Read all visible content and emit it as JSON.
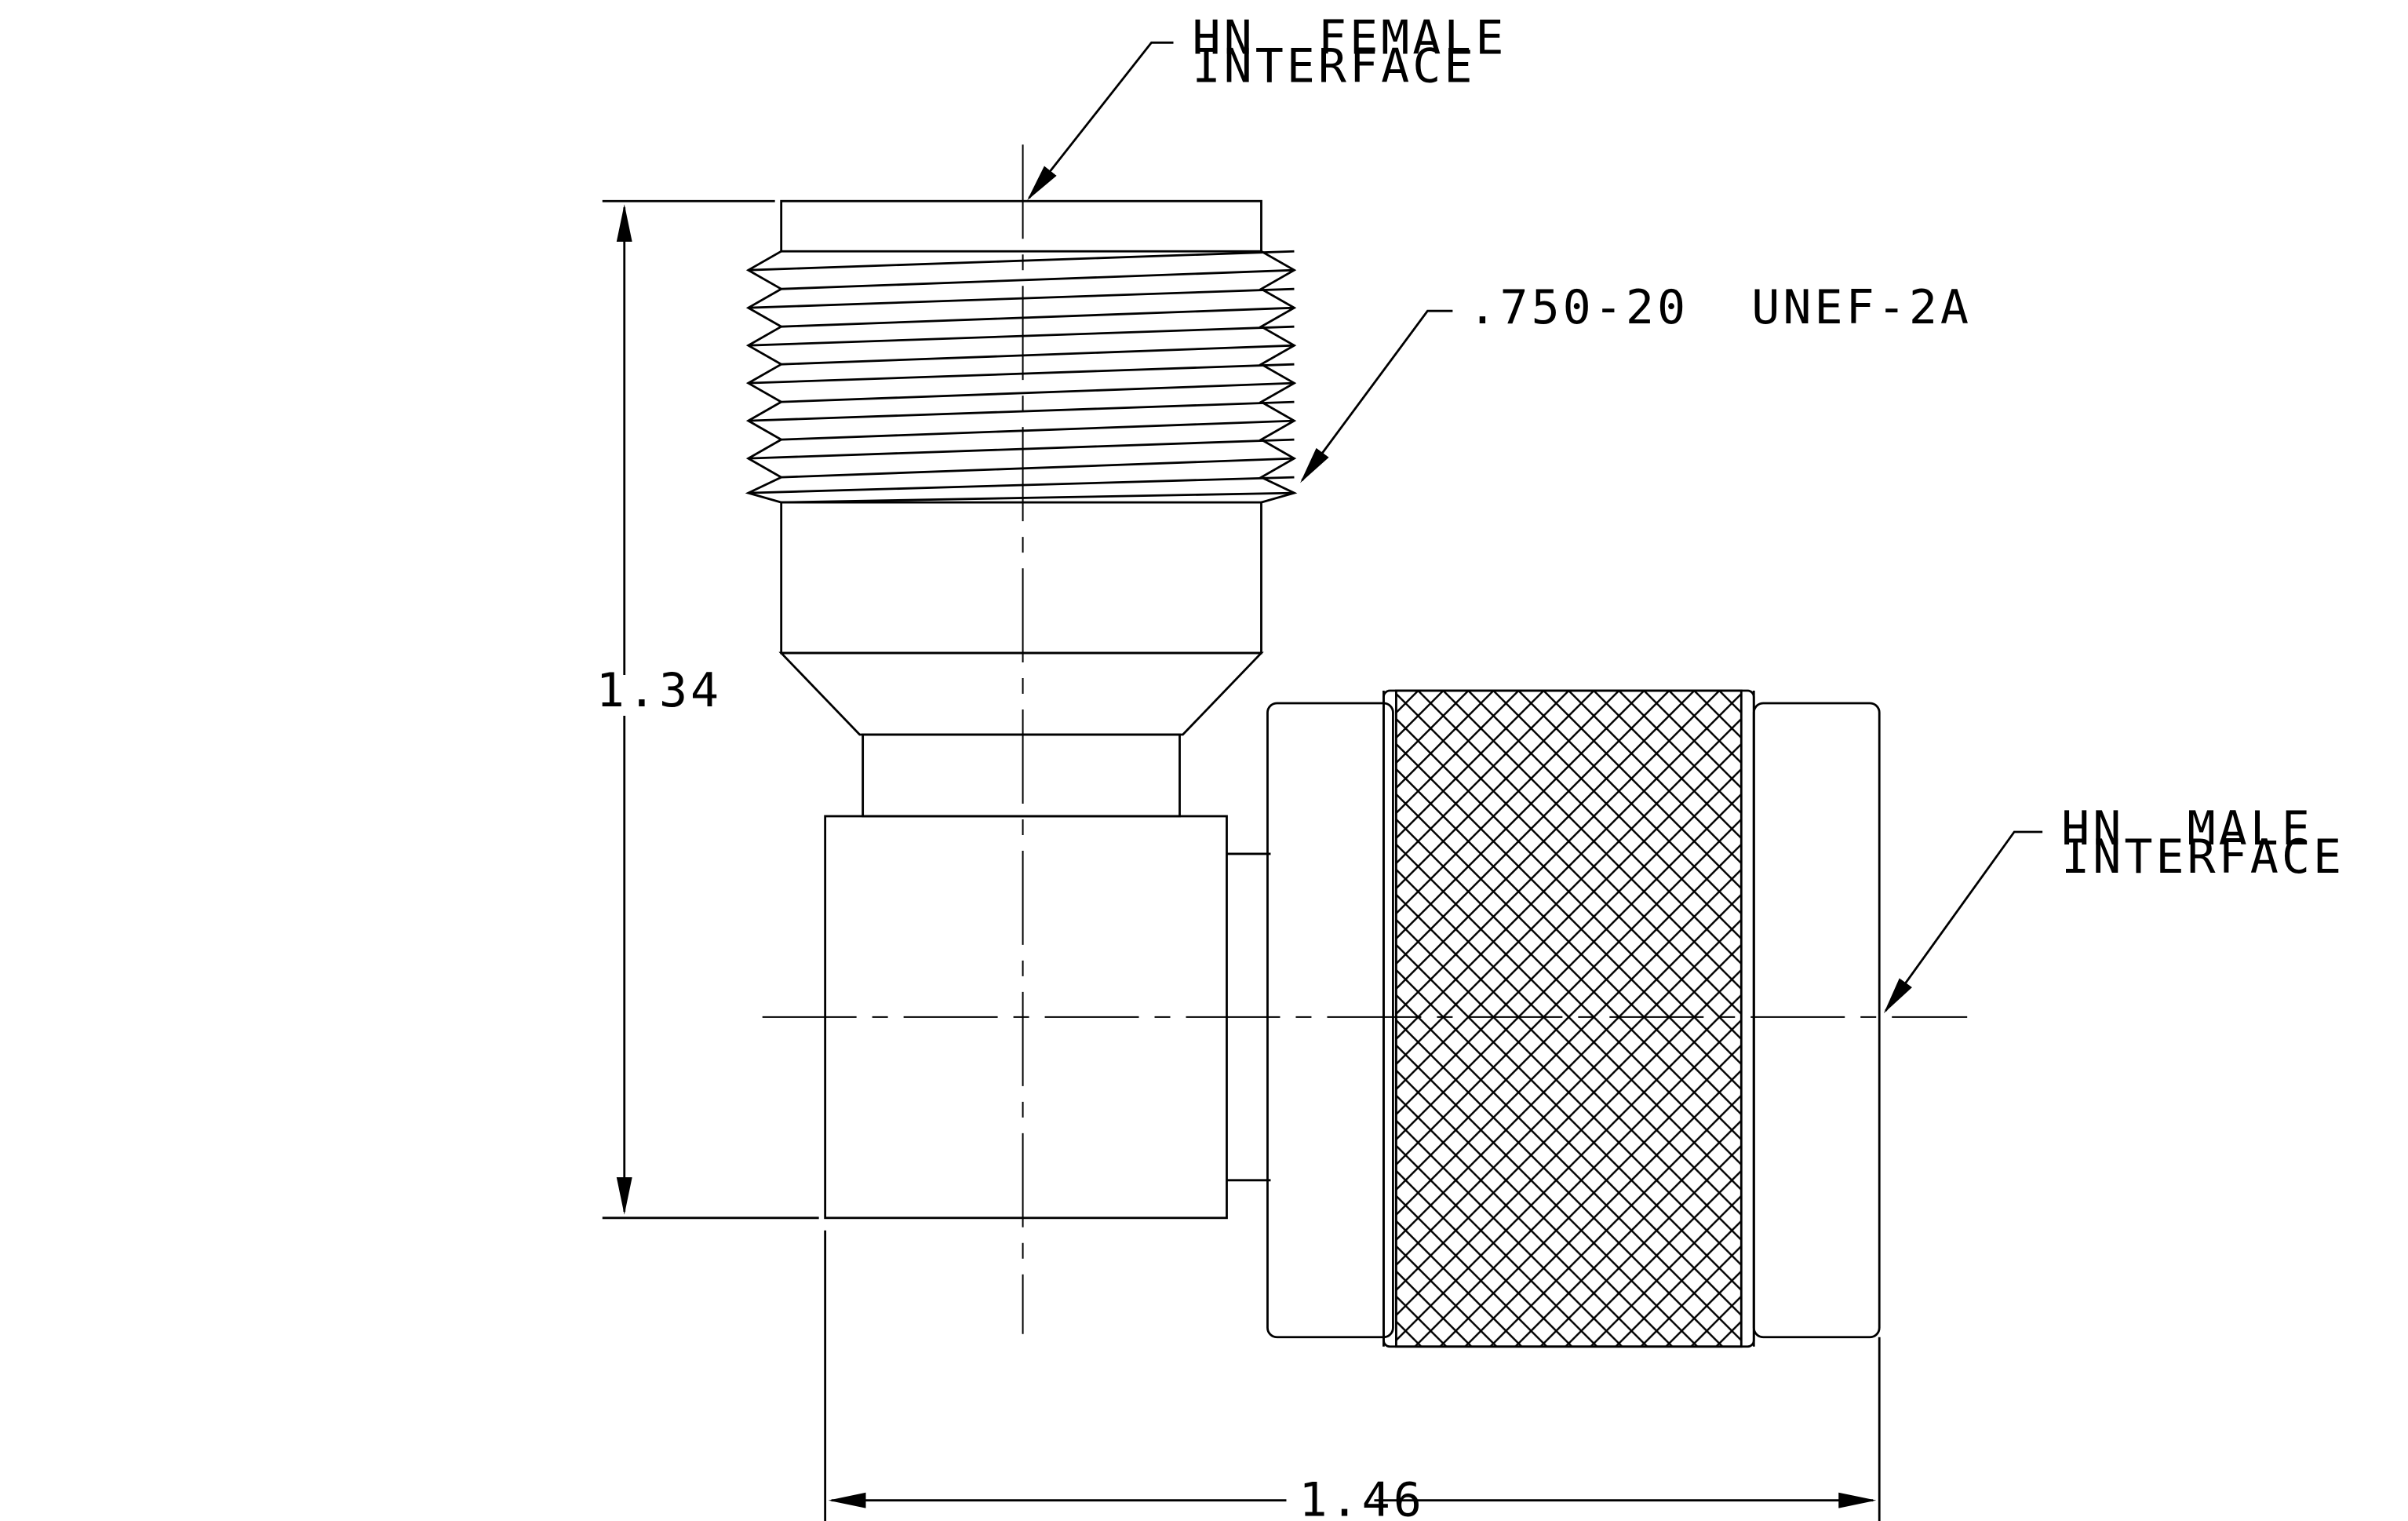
{
  "callouts": {
    "female_interface_line1": "HN  FEMALE",
    "female_interface_line2": "INTERFACE",
    "thread_spec": ".750-20  UNEF-2A",
    "male_interface_line1": "HN  MALE",
    "male_interface_line2": "INTERFACE"
  },
  "dimensions": {
    "height": "1.34",
    "width": "1.46"
  },
  "colors": {
    "line": "#000000",
    "background": "#ffffff"
  }
}
